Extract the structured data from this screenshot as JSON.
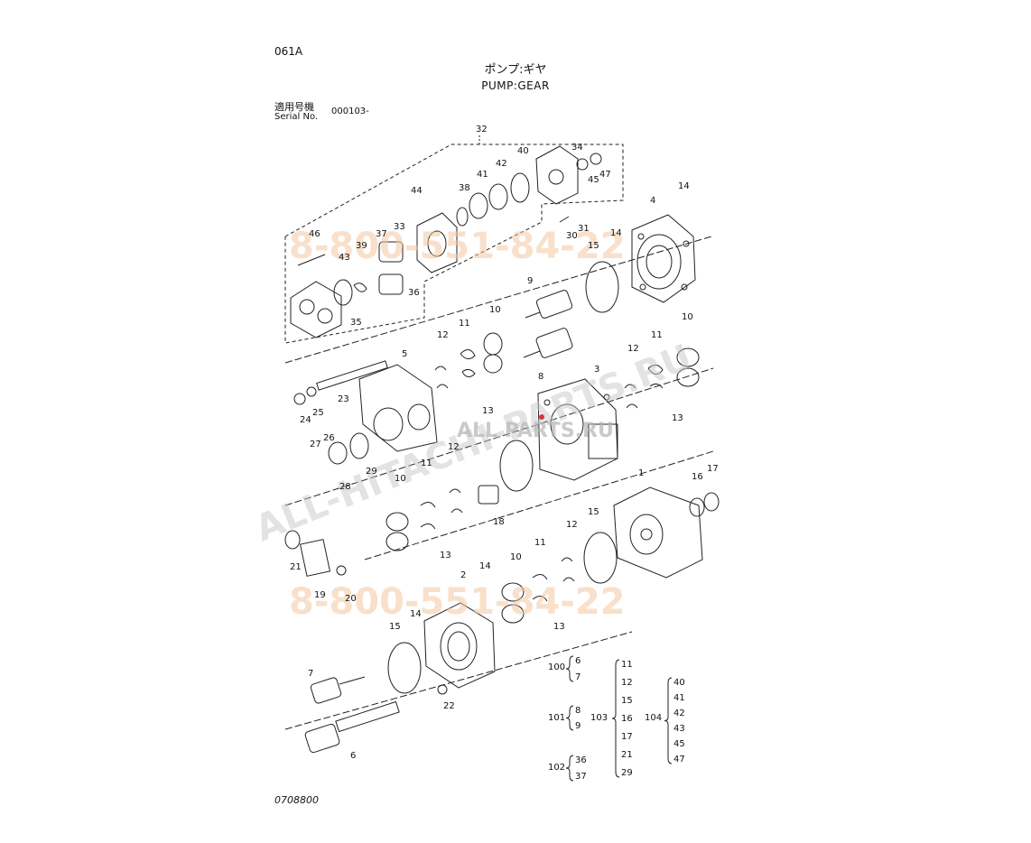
{
  "header": {
    "code": "061A",
    "title_jp": "ポンプ:ギヤ",
    "title_en": "PUMP:GEAR",
    "serial_label_jp": "適用号機",
    "serial_label_en": "Serial No.",
    "serial_value": "000103-"
  },
  "footer": {
    "drawing_no": "0708800"
  },
  "watermarks": {
    "phone_top": "8-800-551-84-22",
    "phone_bottom": "8-800-551-84-22",
    "site_diag": "ALL-HITACHI-PARTS.RU",
    "site_center": "ALL PARTS.RU"
  },
  "callouts": [
    {
      "label": "32"
    },
    {
      "label": "34"
    },
    {
      "label": "40"
    },
    {
      "label": "42"
    },
    {
      "label": "41"
    },
    {
      "label": "38"
    },
    {
      "label": "47"
    },
    {
      "label": "45"
    },
    {
      "label": "44"
    },
    {
      "label": "46"
    },
    {
      "label": "43"
    },
    {
      "label": "39"
    },
    {
      "label": "37"
    },
    {
      "label": "33"
    },
    {
      "label": "36"
    },
    {
      "label": "35"
    },
    {
      "label": "30"
    },
    {
      "label": "31"
    },
    {
      "label": "4"
    },
    {
      "label": "14"
    },
    {
      "label": "14"
    },
    {
      "label": "15"
    },
    {
      "label": "9"
    },
    {
      "label": "10"
    },
    {
      "label": "11"
    },
    {
      "label": "12"
    },
    {
      "label": "8"
    },
    {
      "label": "10"
    },
    {
      "label": "11"
    },
    {
      "label": "12"
    },
    {
      "label": "13"
    },
    {
      "label": "3"
    },
    {
      "label": "5"
    },
    {
      "label": "23"
    },
    {
      "label": "24"
    },
    {
      "label": "25"
    },
    {
      "label": "26"
    },
    {
      "label": "27"
    },
    {
      "label": "29"
    },
    {
      "label": "28"
    },
    {
      "label": "13"
    },
    {
      "label": "12"
    },
    {
      "label": "11"
    },
    {
      "label": "10"
    },
    {
      "label": "13"
    },
    {
      "label": "18"
    },
    {
      "label": "1"
    },
    {
      "label": "16"
    },
    {
      "label": "17"
    },
    {
      "label": "21"
    },
    {
      "label": "19"
    },
    {
      "label": "20"
    },
    {
      "label": "15"
    },
    {
      "label": "12"
    },
    {
      "label": "11"
    },
    {
      "label": "10"
    },
    {
      "label": "2"
    },
    {
      "label": "14"
    },
    {
      "label": "13"
    },
    {
      "label": "15"
    },
    {
      "label": "14"
    },
    {
      "label": "7"
    },
    {
      "label": "22"
    },
    {
      "label": "6"
    }
  ],
  "groups": [
    {
      "id": "100",
      "members": [
        "6",
        "7"
      ]
    },
    {
      "id": "101",
      "members": [
        "8",
        "9"
      ]
    },
    {
      "id": "102",
      "members": [
        "36",
        "37"
      ]
    },
    {
      "id": "103",
      "members": [
        "11",
        "12",
        "15",
        "16",
        "17",
        "21",
        "29"
      ]
    },
    {
      "id": "104",
      "members": [
        "40",
        "41",
        "42",
        "43",
        "45",
        "47"
      ]
    }
  ]
}
